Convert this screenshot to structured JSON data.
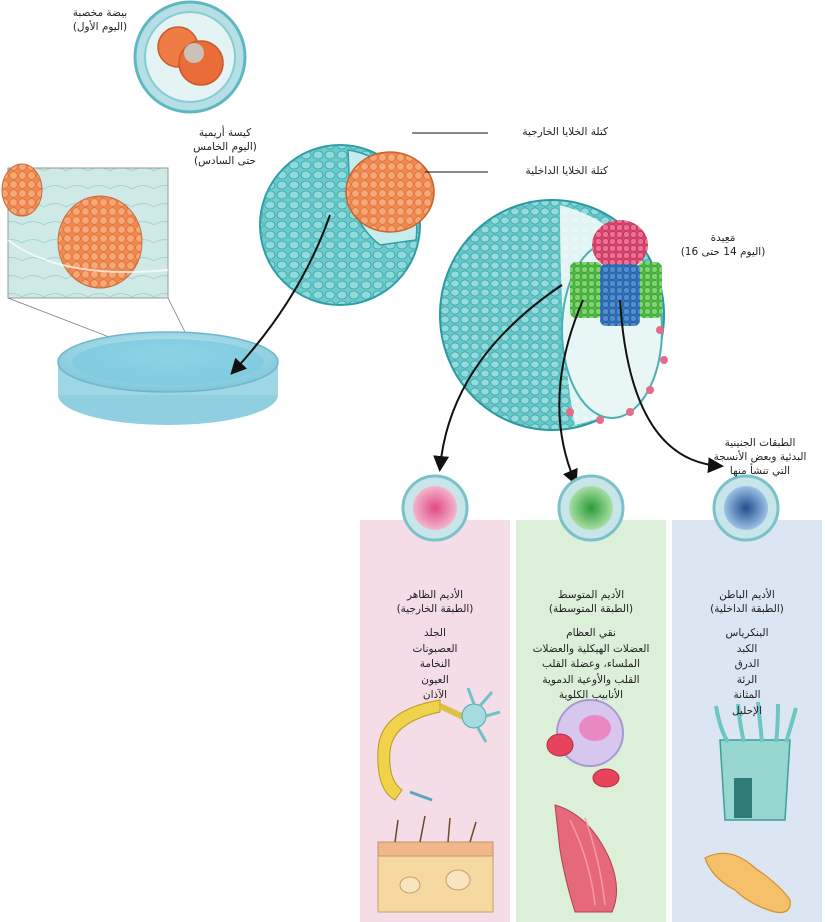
{
  "labels": {
    "zygote": [
      "بيضة مخصبة",
      "(اليوم الأول)"
    ],
    "blastocyst": [
      "كيسة أريمية",
      "(اليوم الخامس",
      "حتى السادس)"
    ],
    "outer_mass": "كتلة الخلايا الخارجية",
    "inner_mass": "كتلة الخلايا الداخلية",
    "gastrula": [
      "مَعِيدة",
      "(اليوم 14 حتى 16)"
    ],
    "germ_layers": [
      "الطبقات الجنينية",
      "البدئية وبعض الأنسجة",
      "التي تنشأ منها"
    ]
  },
  "columns": [
    {
      "title": [
        "الأديم الظاهر",
        "(الطبقة الخارجية)"
      ],
      "items": [
        "الجلد",
        "العصبونات",
        "النخامة",
        "العيون",
        "الآذان"
      ],
      "bg": "#f4dde6",
      "cell_color": "#d2407a"
    },
    {
      "title": [
        "الأديم المتوسط",
        "(الطبقة المتوسطة)"
      ],
      "items": [
        "نقي العظام",
        "العضلات الهيكلية والعضلات",
        "الملساء، وعضلة القلب",
        "القلب والأوعية الدموية",
        "الأنابيب الكلوية"
      ],
      "bg": "#dcefd9",
      "cell_color": "#3fa846"
    },
    {
      "title": [
        "الأديم الباطن",
        "(الطبقة الداخلية)"
      ],
      "items": [
        "البنكرياس",
        "الكبد",
        "الدرق",
        "الرئة",
        "المثانة",
        "الإحليل"
      ],
      "bg": "#dbe6f2",
      "cell_color": "#3d6fae"
    }
  ],
  "colors": {
    "cell_teal": "#5fc6c8",
    "cell_teal_dark": "#2f9fa5",
    "inner_orange": "#f08a4e",
    "dish_blue": "#9ed6e6"
  }
}
